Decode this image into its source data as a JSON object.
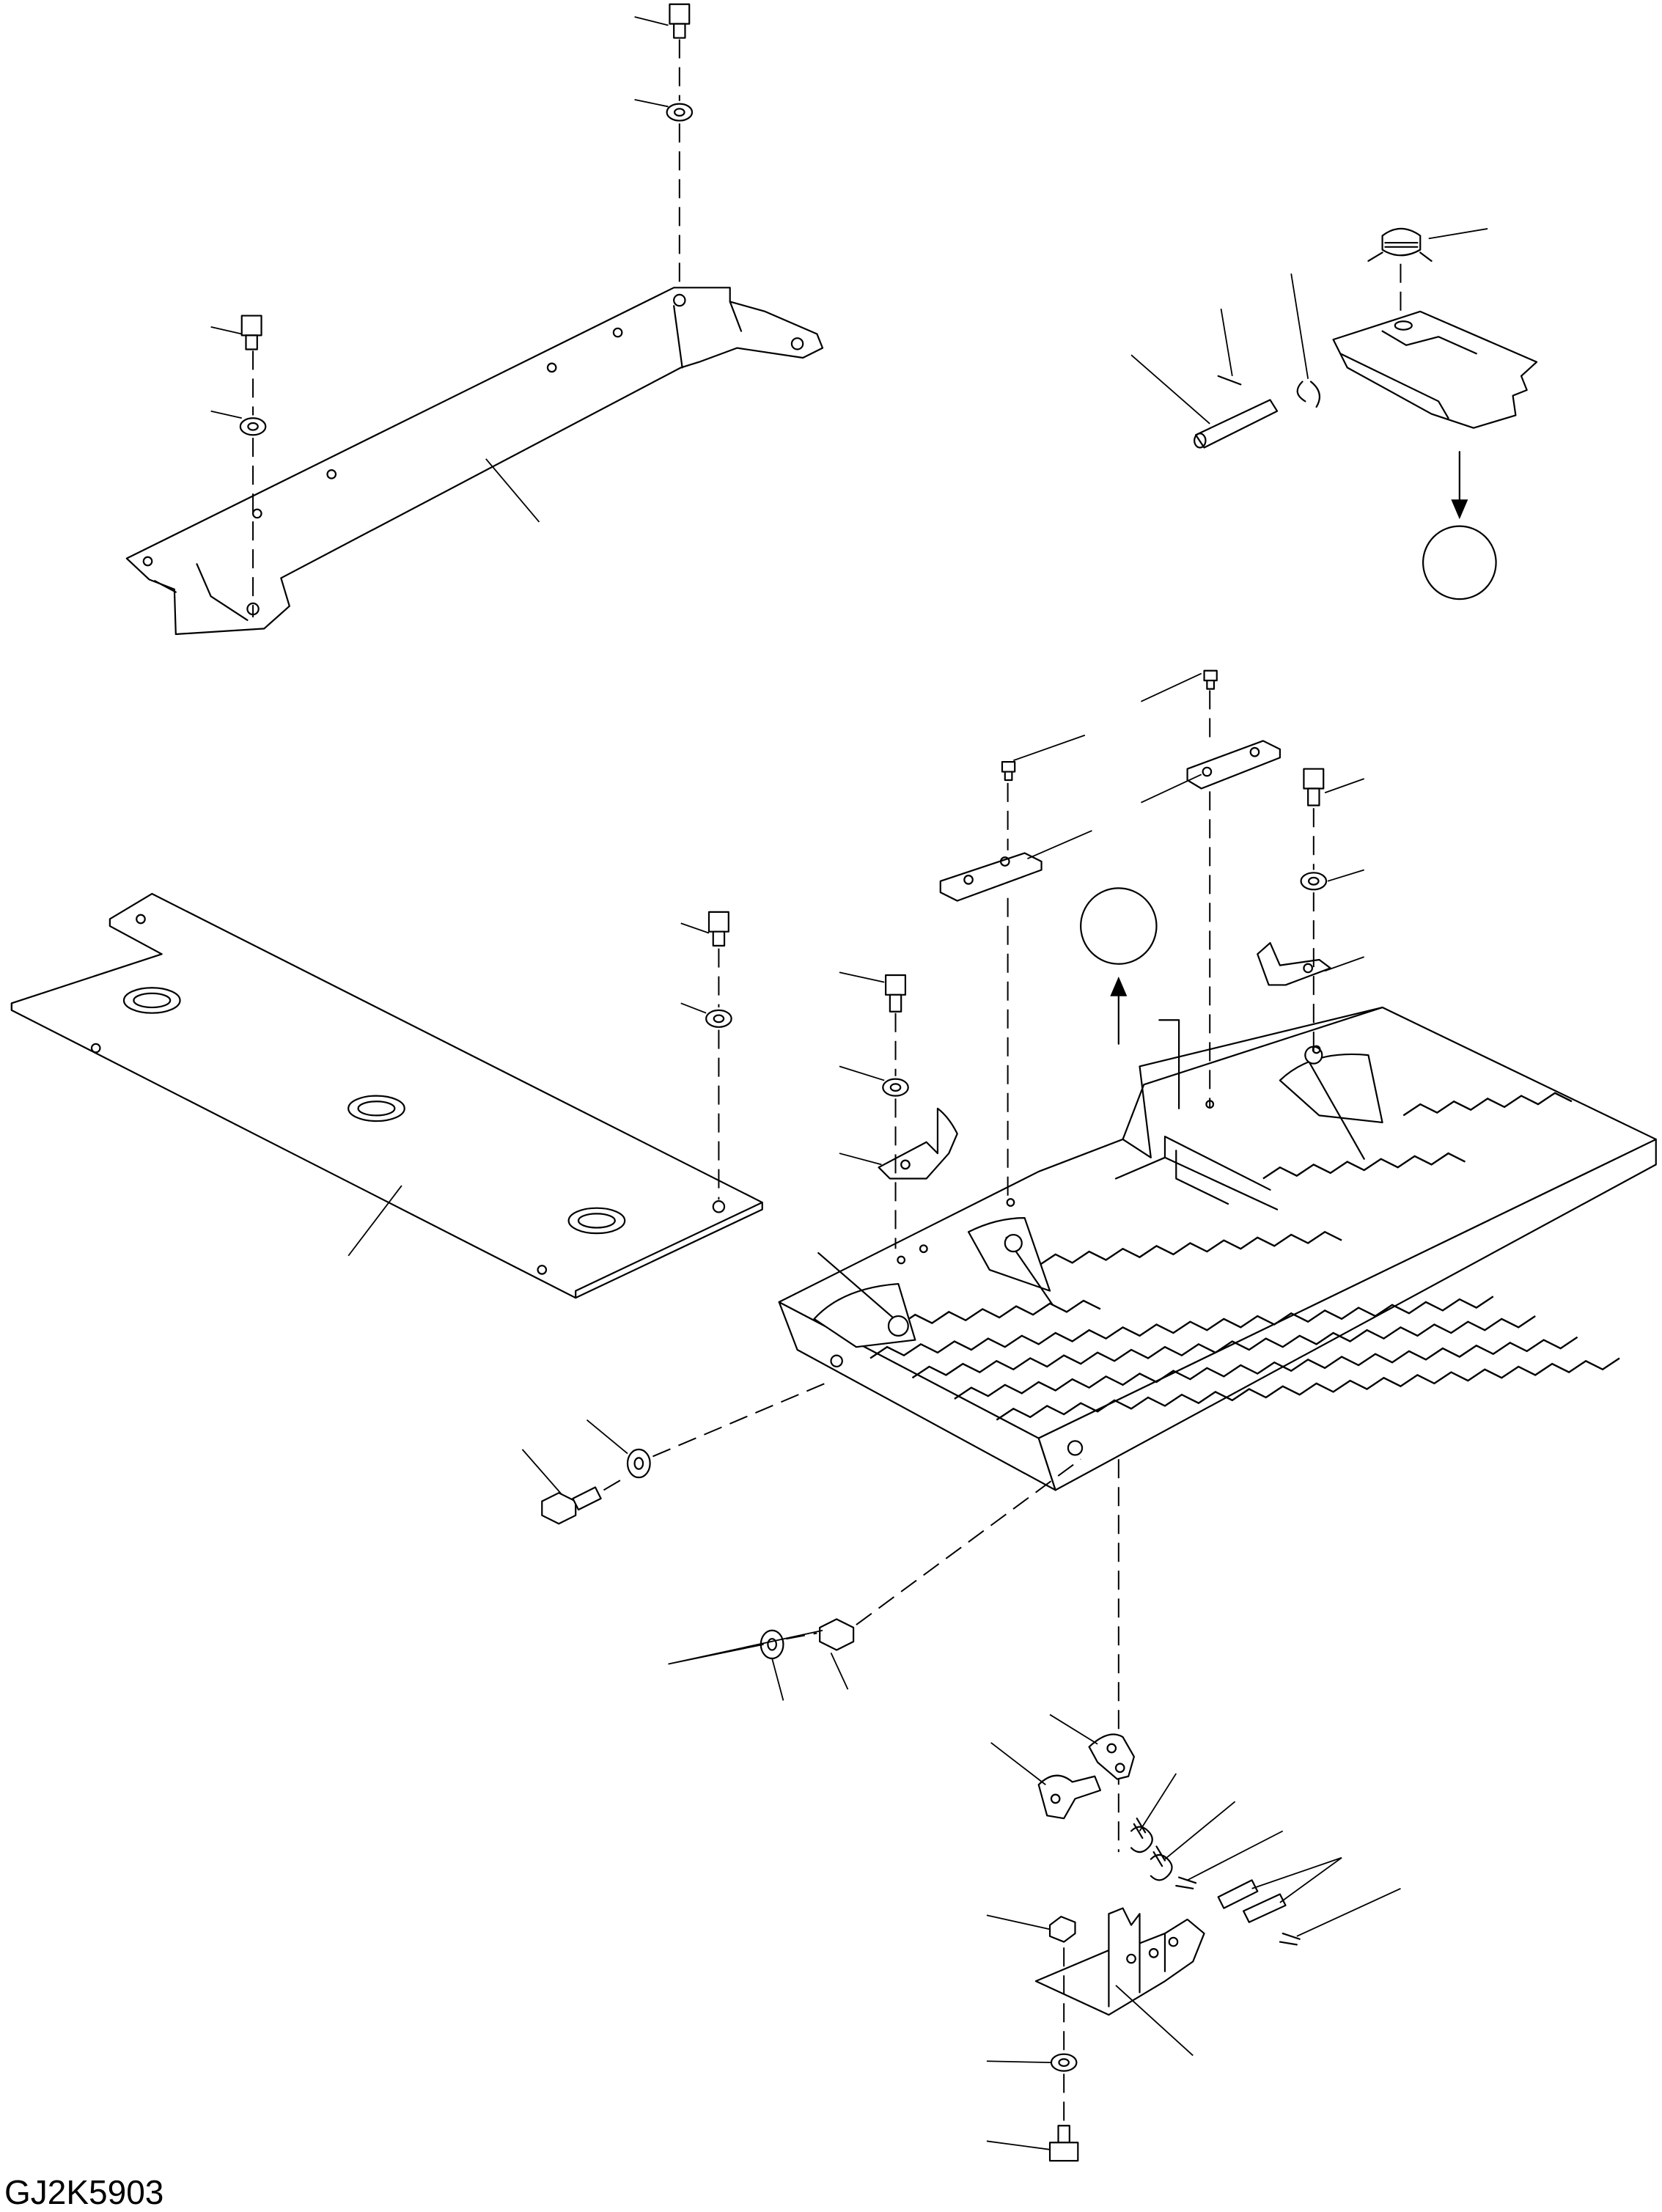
{
  "drawing": {
    "code": "GJ2K5903",
    "type": "exploded parts diagram (operator floor plate / step assembly)"
  },
  "colors": {
    "line": "#000000",
    "background": "#ffffff"
  },
  "parts": [
    "bolt",
    "washer",
    "top-cover-plate",
    "slide-lock-assembly",
    "pin",
    "cotter-pin",
    "bottom-cover-plate",
    "step-grating",
    "bracket",
    "spacer-plate",
    "nut",
    "latch-plate",
    "lever",
    "torsion-spring",
    "hinge-bracket",
    "shaft"
  ]
}
